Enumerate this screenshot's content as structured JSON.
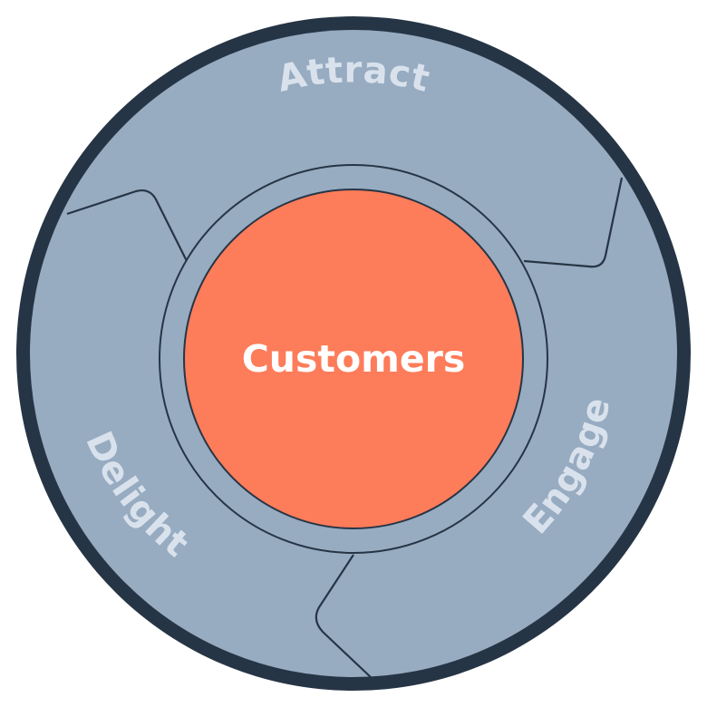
{
  "center": {
    "label": "Customers"
  },
  "stages": [
    {
      "key": "attract",
      "label": "Attract"
    },
    {
      "key": "engage",
      "label": "Engage"
    },
    {
      "key": "delight",
      "label": "Delight"
    }
  ],
  "colors": {
    "outer_ring": "#263545",
    "wheel_fill": "#97abc1",
    "divider_line": "#263545",
    "core_fill": "#fd7c5a",
    "stage_text": "#d9e2ec",
    "center_text": "#ffffff"
  }
}
